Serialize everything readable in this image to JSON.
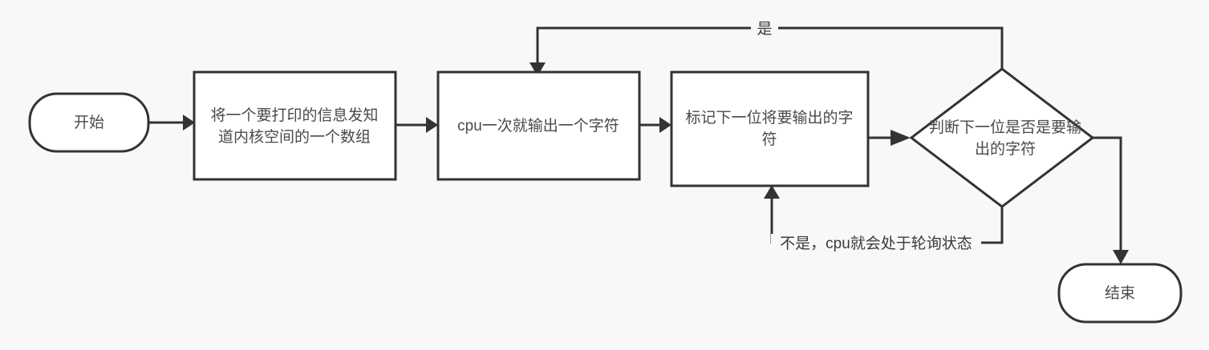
{
  "diagram": {
    "type": "flowchart",
    "title": "",
    "background_color": "#f8f8f8",
    "node_fill": "#ffffff",
    "node_stroke": "#333333",
    "text_color": "#4a4a4a",
    "nodes": [
      {
        "id": "start",
        "shape": "rounded-terminal",
        "label": "开始"
      },
      {
        "id": "step1",
        "shape": "rectangle",
        "label_line1": "将一个要打印的信息发知",
        "label_line2": "道内核空间的一个数组"
      },
      {
        "id": "step2",
        "shape": "rectangle",
        "label_line1": "cpu一次就输出一个字符",
        "label_line2": ""
      },
      {
        "id": "step3",
        "shape": "rectangle",
        "label_line1": "标记下一位将要输出的字",
        "label_line2": "符"
      },
      {
        "id": "decide",
        "shape": "diamond",
        "label_line1": "判断下一位是否是要输",
        "label_line2": "出的字符"
      },
      {
        "id": "end",
        "shape": "rounded-terminal",
        "label": "结束"
      }
    ],
    "edges": [
      {
        "id": "e-start-step1",
        "from": "start",
        "to": "step1",
        "label": ""
      },
      {
        "id": "e-step1-step2",
        "from": "step1",
        "to": "step2",
        "label": ""
      },
      {
        "id": "e-step2-step3",
        "from": "step2",
        "to": "step3",
        "label": ""
      },
      {
        "id": "e-step3-decide",
        "from": "step3",
        "to": "decide",
        "label": ""
      },
      {
        "id": "e-decide-step2",
        "from": "decide",
        "to": "step2",
        "label": "是"
      },
      {
        "id": "e-decide-step3",
        "from": "decide",
        "to": "step3",
        "label": "不是，cpu就会处于轮询状态"
      },
      {
        "id": "e-decide-end",
        "from": "decide",
        "to": "end",
        "label": ""
      }
    ]
  }
}
